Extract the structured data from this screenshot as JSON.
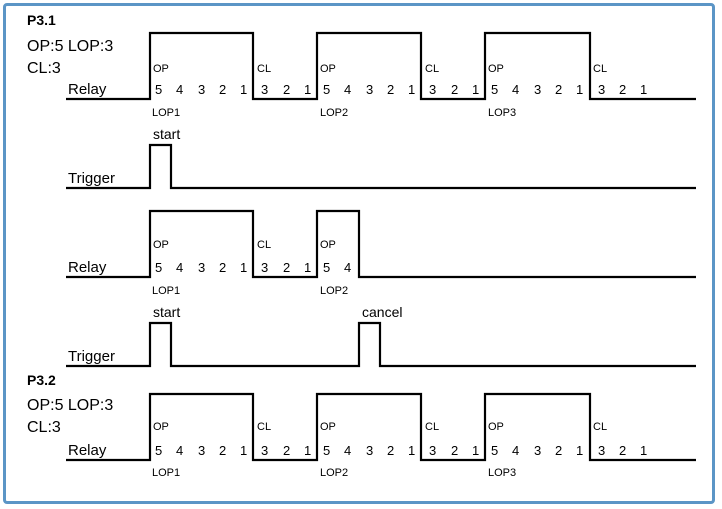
{
  "p31": {
    "title": "P3.1",
    "params_line1": "OP:5 LOP:3",
    "params_line2": "CL:3",
    "relay1": {
      "signal_label": "Relay",
      "states": [
        "OP",
        "CL",
        "OP",
        "CL",
        "OP",
        "CL"
      ],
      "counts": [
        "5",
        "4",
        "3",
        "2",
        "1",
        "3",
        "2",
        "1",
        "5",
        "4",
        "3",
        "2",
        "1",
        "3",
        "2",
        "1",
        "5",
        "4",
        "3",
        "2",
        "1",
        "3",
        "2",
        "1"
      ],
      "loops": [
        "LOP1",
        "LOP2",
        "LOP3"
      ]
    },
    "trigger1": {
      "signal_label": "Trigger",
      "event": "start"
    },
    "relay2": {
      "signal_label": "Relay",
      "states": [
        "OP",
        "CL",
        "OP"
      ],
      "counts": [
        "5",
        "4",
        "3",
        "2",
        "1",
        "3",
        "2",
        "1",
        "5",
        "4"
      ],
      "loops": [
        "LOP1",
        "LOP2"
      ]
    },
    "trigger2": {
      "signal_label": "Trigger",
      "events": [
        "start",
        "cancel"
      ]
    }
  },
  "p32": {
    "title": "P3.2",
    "params_line1": "OP:5 LOP:3",
    "params_line2": "CL:3",
    "relay": {
      "signal_label": "Relay",
      "states": [
        "OP",
        "CL",
        "OP",
        "CL",
        "OP",
        "CL"
      ],
      "counts": [
        "5",
        "4",
        "3",
        "2",
        "1",
        "3",
        "2",
        "1",
        "5",
        "4",
        "3",
        "2",
        "1",
        "3",
        "2",
        "1",
        "5",
        "4",
        "3",
        "2",
        "1",
        "3",
        "2",
        "1"
      ],
      "loops": [
        "LOP1",
        "LOP2",
        "LOP3"
      ]
    }
  }
}
